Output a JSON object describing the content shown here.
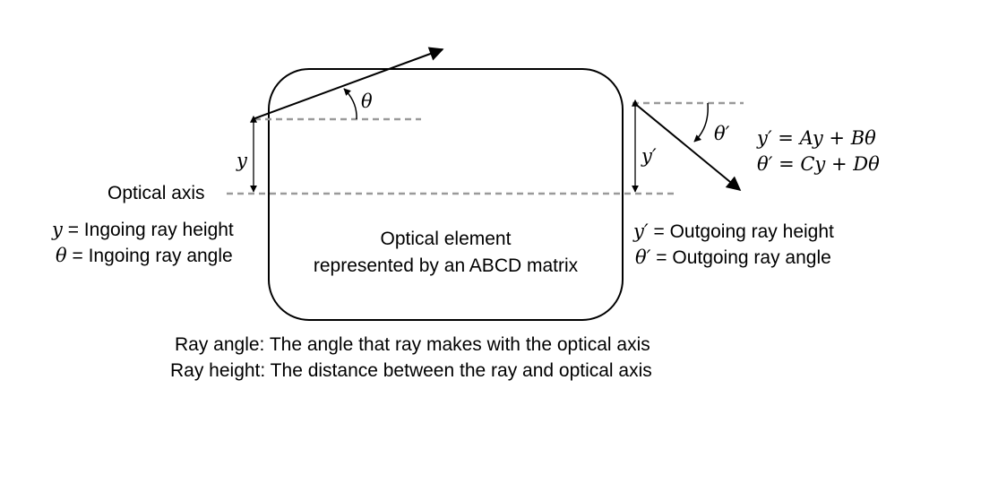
{
  "labels": {
    "optical_axis": "Optical axis",
    "element_line1": "Optical element",
    "element_line2": "represented by an ABCD matrix",
    "ingoing_height_sym": "y",
    "ingoing_height_text": " = Ingoing ray height",
    "ingoing_angle_sym": "θ",
    "ingoing_angle_text": " = Ingoing ray angle",
    "outgoing_height_sym": "y′",
    "outgoing_height_text": " = Outgoing ray height",
    "outgoing_angle_sym": "θ′",
    "outgoing_angle_text": " = Outgoing ray angle",
    "ray_angle_def": "Ray angle: The angle that ray makes with the optical axis",
    "ray_height_def": "Ray height: The distance between the ray and optical axis"
  },
  "symbols": {
    "theta": "θ",
    "theta_prime": "θ′",
    "y": "y",
    "y_prime": "y′"
  },
  "equations": {
    "eq1": "y′ = Ay + Bθ",
    "eq2": "θ′ = Cy + Dθ"
  }
}
